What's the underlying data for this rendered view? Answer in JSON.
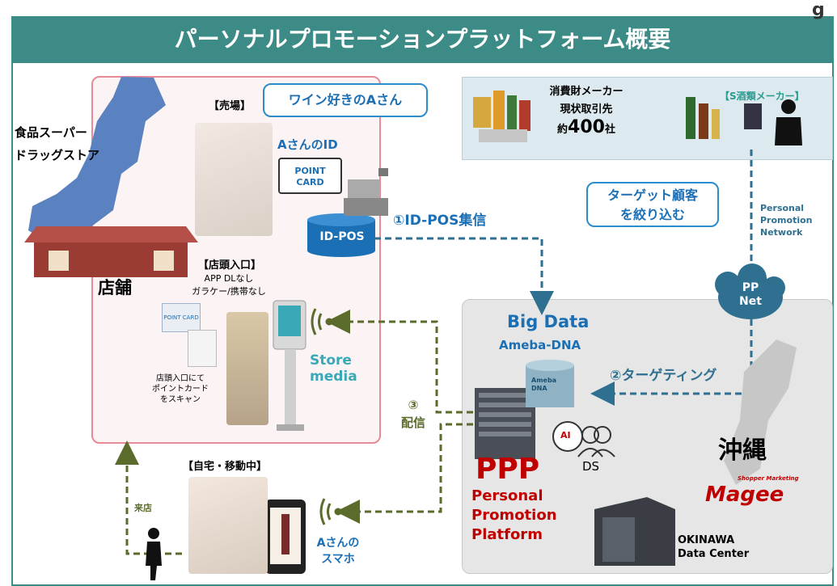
{
  "header": {
    "title": "パーソナルプロモーションプラットフォーム概要",
    "corner_mark": "g"
  },
  "store": {
    "category_line1": "食品スーパー",
    "category_line2": "ドラッグストア",
    "store_label": "店舗",
    "sales_floor": "【売場】",
    "callout": "ワイン好きのAさん",
    "id_label": "AさんのID",
    "point_card_line1": "POINT",
    "point_card_line2": "CARD",
    "idpos_label": "ID-POS",
    "entrance_title": "【店頭入口】",
    "entrance_line1": "APP DLなし",
    "entrance_line2": "ガラケー/携帯なし",
    "scan_line1": "店頭入口にて",
    "scan_line2": "ポイントカード",
    "scan_line3": "をスキャン",
    "store_media_line1": "Store",
    "store_media_line2": "media",
    "small_card_label": "POINT CARD"
  },
  "flows": {
    "idpos_collect": "①ID-POS集信",
    "targeting": "②ターゲティング",
    "delivery_num": "③",
    "delivery_label": "配信",
    "visit": "来店"
  },
  "maker": {
    "line1": "消費財メーカー",
    "line2": "現状取引先",
    "line3_prefix": "約",
    "line3_num": "400",
    "line3_suffix": "社",
    "s_maker": "【S酒類メーカー】",
    "target_callout_line1": "ターゲット顧客",
    "target_callout_line2": "を絞り込む"
  },
  "network": {
    "line1": "Personal",
    "line2": "Promotion",
    "line3": "Network",
    "cloud_line1": "PP",
    "cloud_line2": "Net"
  },
  "center": {
    "bigdata": "Big Data",
    "ameba": "Ameba-DNA",
    "ameba_icon_line1": "Ameba",
    "ameba_icon_line2": "DNA",
    "ai_label": "AI",
    "ds_label": "DS",
    "ppp": "PPP",
    "ppp_line1": "Personal",
    "ppp_line2": "Promotion",
    "ppp_line3": "Platform",
    "okinawa": "沖縄",
    "magee_small": "Shopper Marketing",
    "magee": "Magee",
    "dc_line1": "OKINAWA",
    "dc_line2": "Data Center"
  },
  "home": {
    "title": "【自宅・移動中】",
    "phone_line1": "Aさんの",
    "phone_line2": "スマホ"
  },
  "colors": {
    "header": "#3c8b86",
    "blue": "#1b6fb5",
    "red": "#c00000",
    "olive": "#5a6b2c",
    "store_border": "#e78b98",
    "network": "#2f6f8f"
  }
}
